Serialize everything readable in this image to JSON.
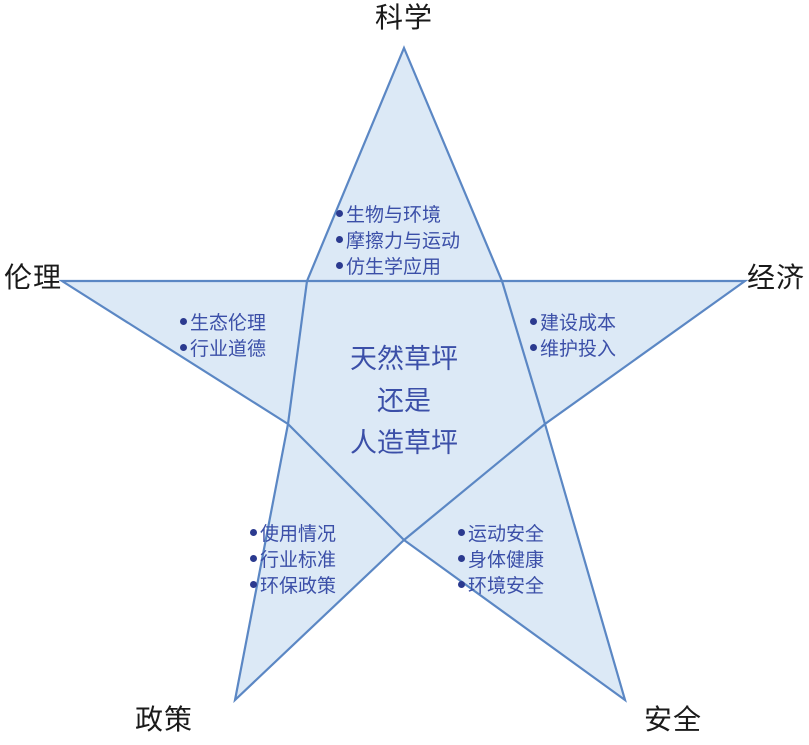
{
  "diagram": {
    "type": "five-point-star-mind-map",
    "center_title_lines": [
      "天然草坪",
      "还是",
      "人造草坪"
    ],
    "fill_color": "#dce9f6",
    "stroke_color": "#5b87c4",
    "text_color": "#3b4fa8",
    "label_color": "#1a1a1a",
    "bullet_color": "#2b3a8f",
    "background_color": "#ffffff",
    "points": [
      {
        "id": "science",
        "label": "科学",
        "position": "top",
        "items": [
          "生物与环境",
          "摩擦力与运动",
          "仿生学应用"
        ]
      },
      {
        "id": "ethics",
        "label": "伦理",
        "position": "left",
        "items": [
          "生态伦理",
          "行业道德"
        ]
      },
      {
        "id": "economy",
        "label": "经济",
        "position": "right",
        "items": [
          "建设成本",
          "维护投入"
        ]
      },
      {
        "id": "policy",
        "label": "政策",
        "position": "bottom-left",
        "items": [
          "使用情况",
          "行业标准",
          "环保政策"
        ]
      },
      {
        "id": "safety",
        "label": "安全",
        "position": "bottom-right",
        "items": [
          "运动安全",
          "身体健康",
          "环境安全"
        ]
      }
    ]
  }
}
